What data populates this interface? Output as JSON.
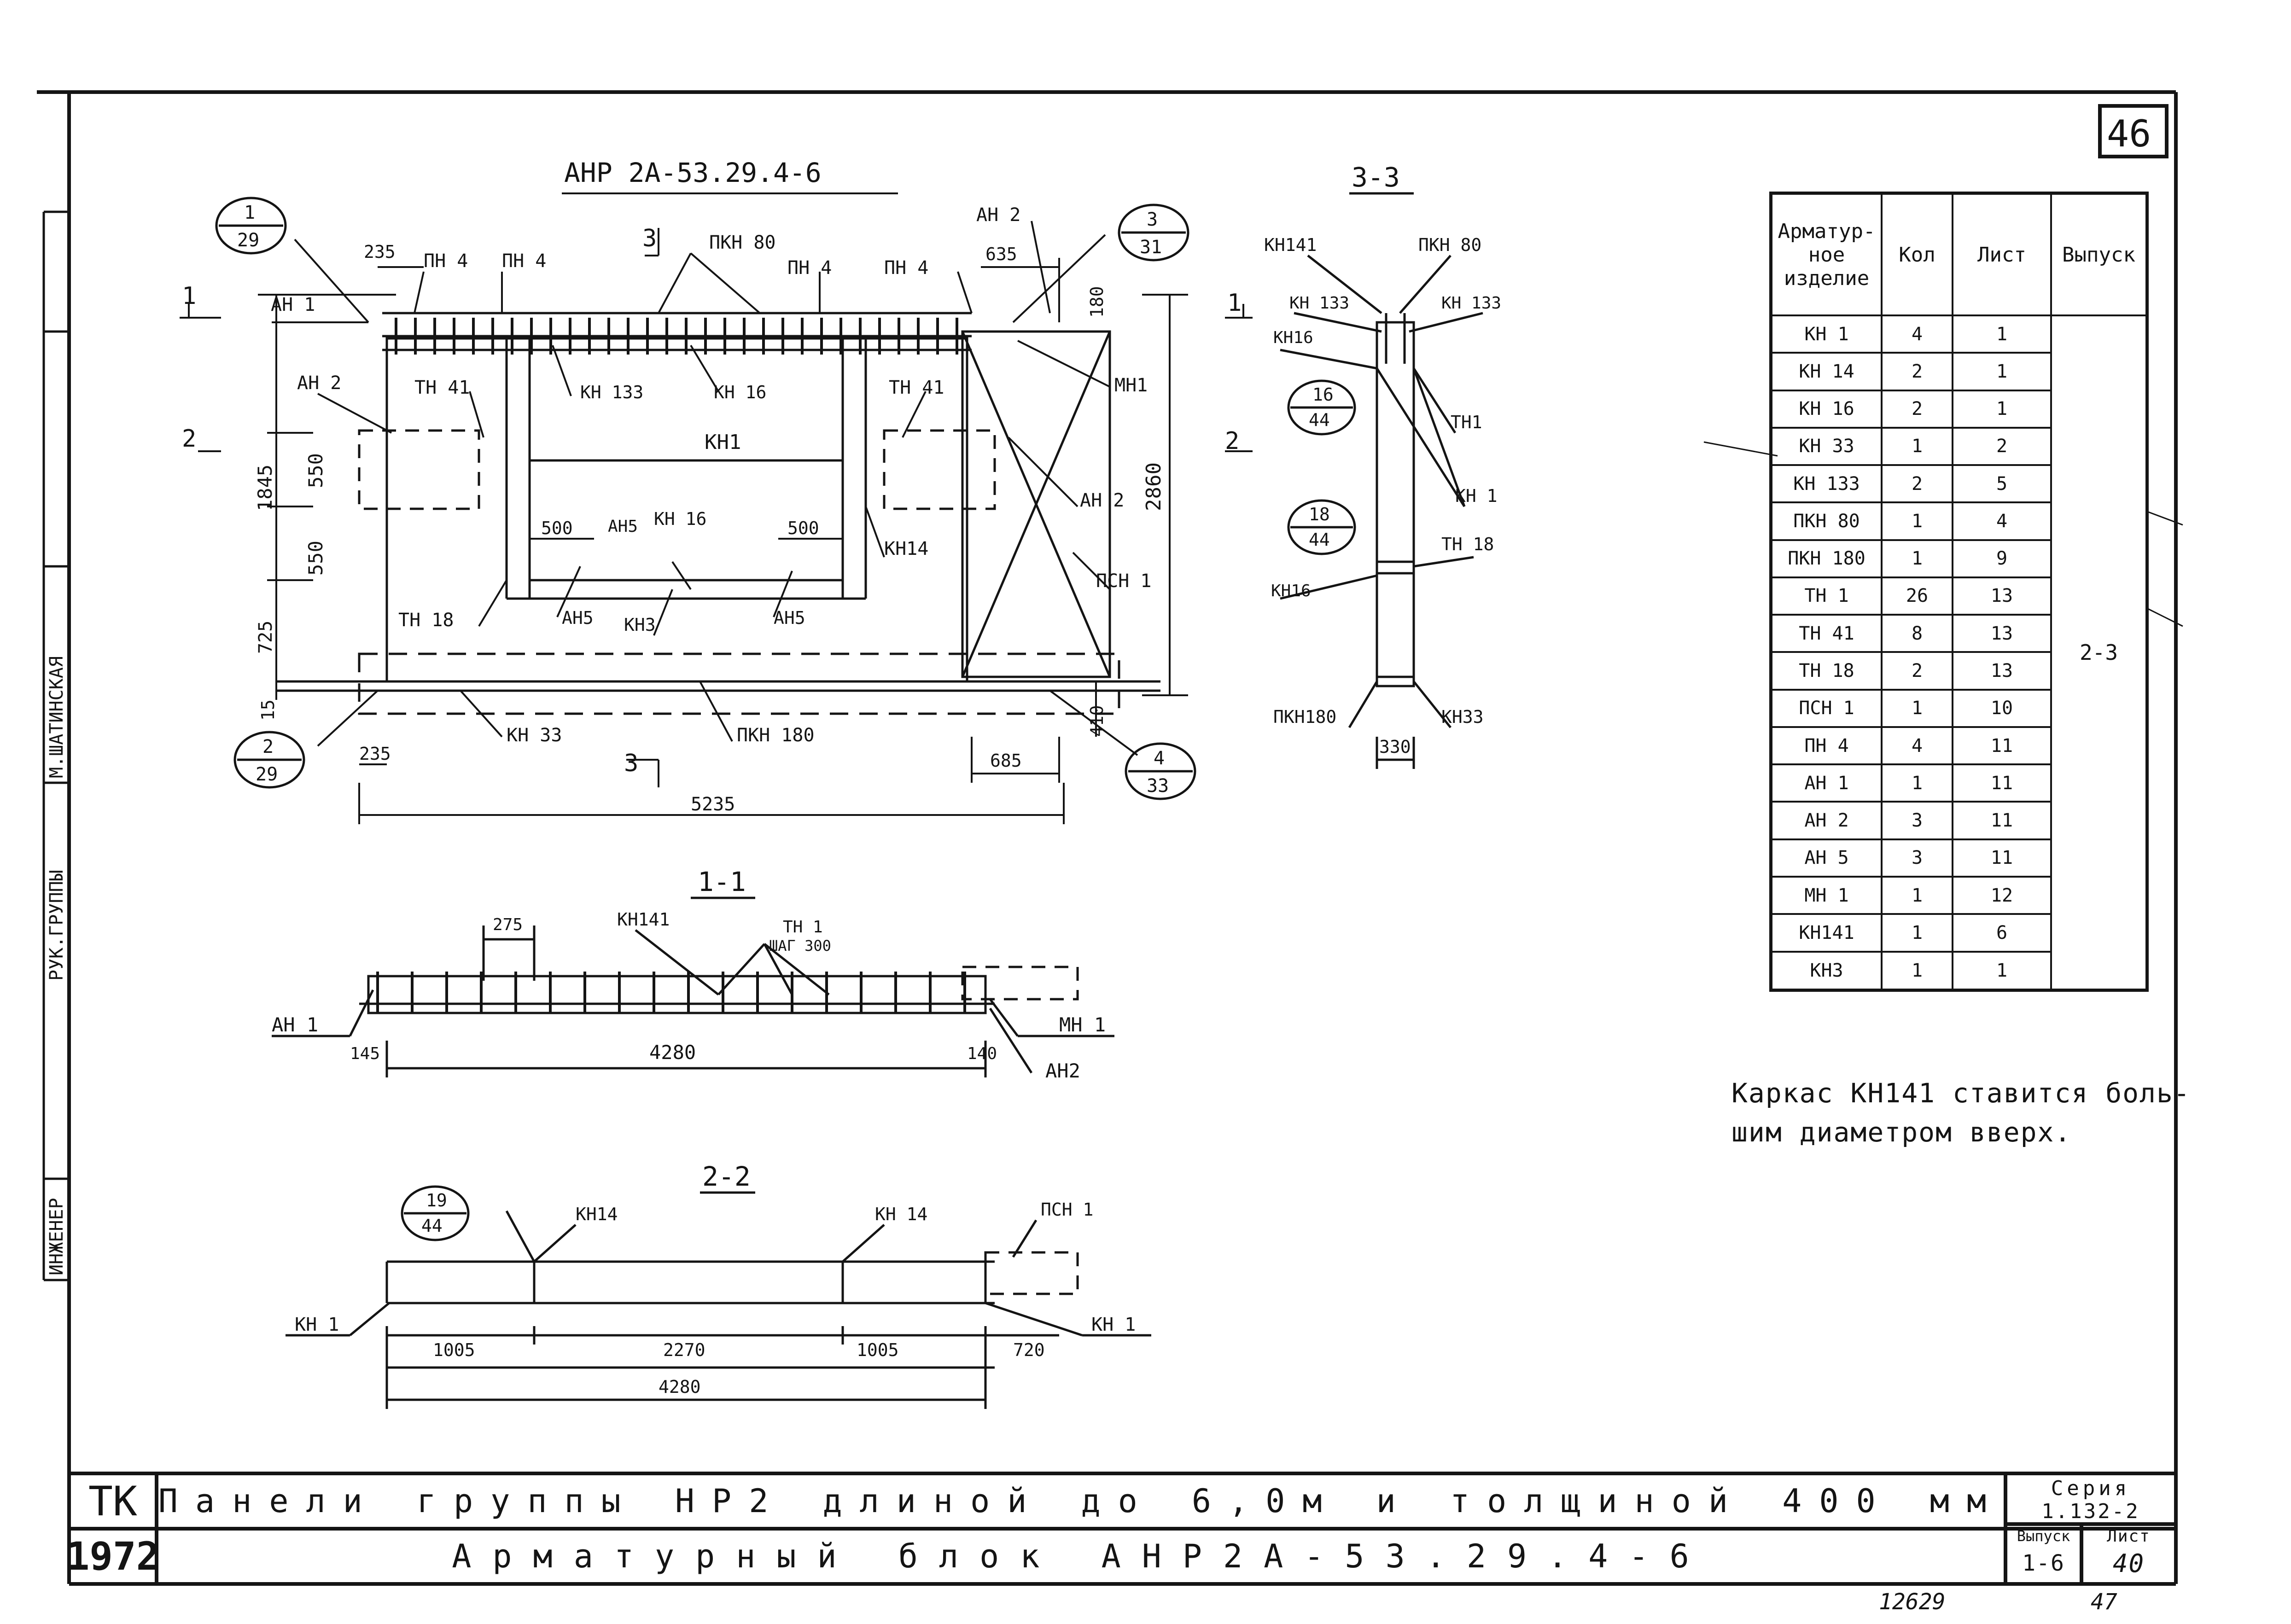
{
  "sheet": {
    "number_corner": "46",
    "bottom_inventory": "12629",
    "bottom_sheet_ref": "47"
  },
  "side_strip": {
    "engineer_label": "ИНЖЕНЕР",
    "designer_name": "М.ШАТИНСКАЯ",
    "group_label": "РУК.ГРУППЫ"
  },
  "drawing_main": {
    "title": "АНР 2А-53.29.4-6",
    "labels": {
      "an1": "АН 1",
      "an2": "АН 2",
      "an5": "АН5",
      "pn4": "ПН 4",
      "pkn80": "ПКН 80",
      "kn133": "КН 133",
      "kn16": "КН 16",
      "tn41": "ТН 41",
      "kn1": "КН1",
      "mn1": "МН1",
      "kn14": "КН14",
      "psn1": "ПСН 1",
      "tn18": "ТН 18",
      "kn3": "КН3",
      "kn33": "КН 33",
      "pkn180": "ПКН 180",
      "sec1": "1",
      "sec2": "2",
      "sec3": "3"
    },
    "dims": {
      "d235a": "235",
      "d635": "635",
      "d180": "180",
      "d1845": "1845",
      "d550a": "550",
      "d550b": "550",
      "d725": "725",
      "d15": "15",
      "d2860": "2860",
      "d500a": "500",
      "d500b": "500",
      "d235b": "235",
      "d685": "685",
      "d410": "410",
      "d5235": "5235"
    },
    "callouts": [
      {
        "top": "1",
        "bottom": "29"
      },
      {
        "top": "3",
        "bottom": "31"
      },
      {
        "top": "2",
        "bottom": "29"
      },
      {
        "top": "4",
        "bottom": "33"
      }
    ]
  },
  "section_33": {
    "title": "3-3",
    "labels": {
      "kn141": "КН141",
      "pkn80": "ПКН 80",
      "kn133a": "КН 133",
      "kn133b": "КН 133",
      "kn16a": "КН16",
      "tn1": "ТН1",
      "kn1": "КН 1",
      "tn18": "ТН 18",
      "kn16b": "КН16",
      "pkn180": "ПКН180",
      "kn33": "КН33",
      "d330": "330"
    },
    "callouts": [
      {
        "top": "16",
        "bottom": "44"
      },
      {
        "top": "18",
        "bottom": "44"
      }
    ]
  },
  "section_11": {
    "title": "1-1",
    "labels": {
      "d275": "275",
      "kn141": "КН141",
      "tn1": "ТН 1",
      "step": "ШАГ 300",
      "an1": "АН 1",
      "d145": "145",
      "d4280": "4280",
      "d140": "140",
      "mn1": "МН 1",
      "an2": "АН2"
    }
  },
  "section_22": {
    "title": "2-2",
    "callout": {
      "top": "19",
      "bottom": "44"
    },
    "labels": {
      "kn14a": "КН14",
      "kn14b": "КН 14",
      "psn1": "ПСН 1",
      "kn1a": "КН 1",
      "kn1b": "КН 1",
      "d1005a": "1005",
      "d2270": "2270",
      "d1005b": "1005",
      "d720": "720",
      "d4280": "4280"
    }
  },
  "spec_table": {
    "headers": [
      "Арматур-ное изделие",
      "Кол",
      "Лист",
      "Выпуск"
    ],
    "rows": [
      [
        "КН 1",
        "4",
        "1"
      ],
      [
        "КН 14",
        "2",
        "1"
      ],
      [
        "КН 16",
        "2",
        "1"
      ],
      [
        "КН 33",
        "1",
        "2"
      ],
      [
        "КН 133",
        "2",
        "5"
      ],
      [
        "ПКН 80",
        "1",
        "4"
      ],
      [
        "ПКН 180",
        "1",
        "9"
      ],
      [
        "ТН 1",
        "26",
        "13"
      ],
      [
        "ТН 41",
        "8",
        "13"
      ],
      [
        "ТН 18",
        "2",
        "13"
      ],
      [
        "ПСН 1",
        "1",
        "10"
      ],
      [
        "ПН 4",
        "4",
        "11"
      ],
      [
        "АН 1",
        "1",
        "11"
      ],
      [
        "АН 2",
        "3",
        "11"
      ],
      [
        "АН 5",
        "3",
        "11"
      ],
      [
        "МН 1",
        "1",
        "12"
      ],
      [
        "КН141",
        "1",
        "6"
      ],
      [
        "КН3",
        "1",
        "1"
      ]
    ],
    "vypusk_value": "2-3"
  },
  "note": {
    "line1": "Каркас КН141 ставится боль-",
    "line2": "шим диаметром вверх."
  },
  "title_block": {
    "org": "ТК",
    "year": "1972",
    "title_line1": "Панели группы НР2 длиной до 6,0м и толщиной 400 мм",
    "title_line2": "Арматурный блок АНР2А-53.29.4-6",
    "series_label": "Серия",
    "series_value": "1.132-2",
    "issue_label": "Выпуск",
    "issue_value": "1-6",
    "sheet_label": "Лист",
    "sheet_value": "40"
  }
}
